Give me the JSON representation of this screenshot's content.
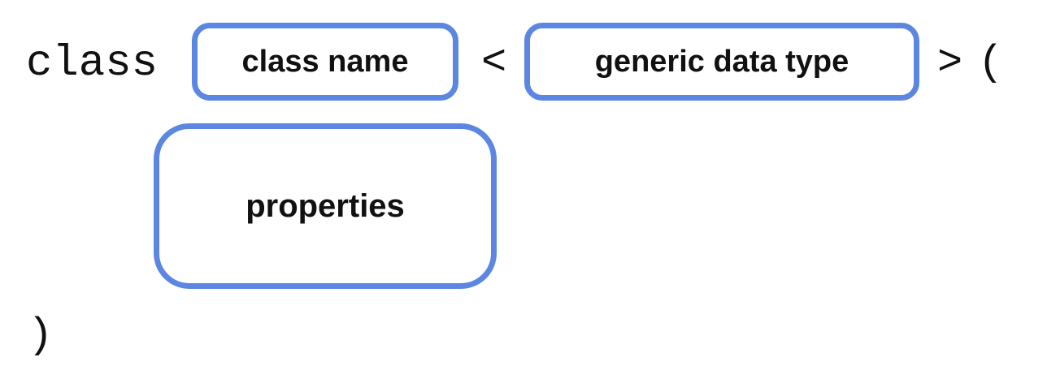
{
  "syntax": {
    "keyword": "class",
    "open_angle": "<",
    "close_angle": ">",
    "open_paren": "(",
    "close_paren": ")"
  },
  "placeholders": {
    "class_name": "class name",
    "generic_type": "generic data type",
    "properties": "properties"
  },
  "colors": {
    "box_border": "#5b87e3",
    "text": "#111111",
    "background": "#ffffff"
  }
}
